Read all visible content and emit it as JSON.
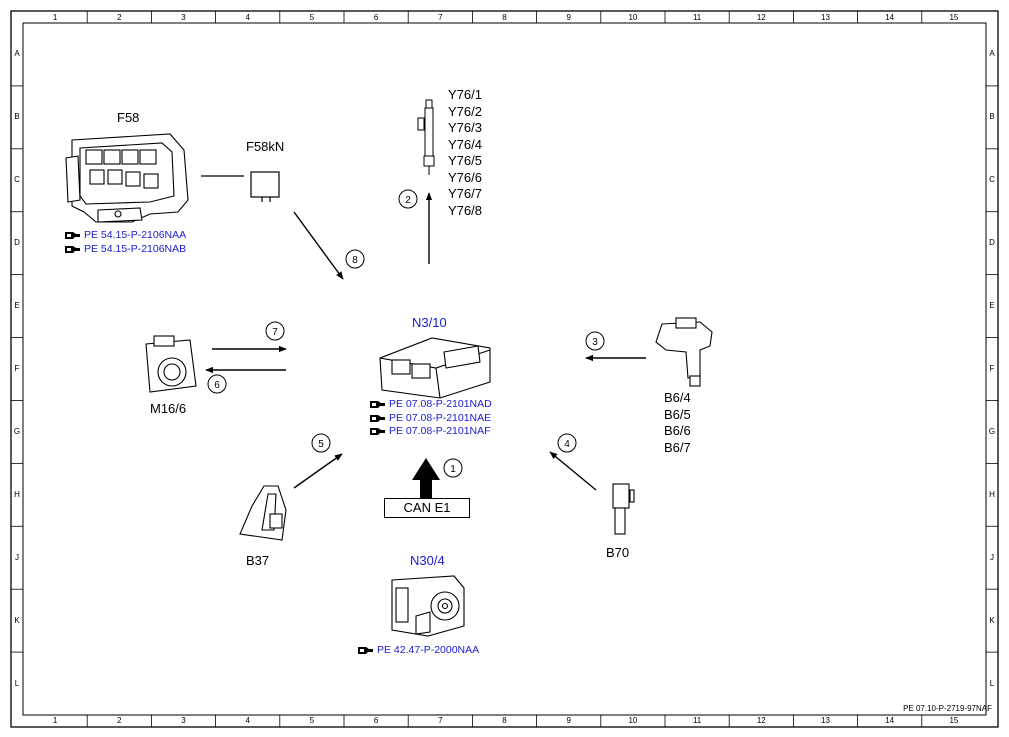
{
  "grid": {
    "columns": [
      "1",
      "2",
      "3",
      "4",
      "5",
      "6",
      "7",
      "8",
      "9",
      "10",
      "11",
      "12",
      "13",
      "14",
      "15"
    ],
    "rows": [
      "A",
      "B",
      "C",
      "D",
      "E",
      "F",
      "G",
      "H",
      "J",
      "K",
      "L"
    ]
  },
  "components": {
    "f58": {
      "label": "F58",
      "refs": [
        "PE 54.15-P-2106NAA",
        "PE 54.15-P-2106NAB"
      ]
    },
    "f58kn": {
      "label": "F58kN"
    },
    "y76": {
      "labels": [
        "Y76/1",
        "Y76/2",
        "Y76/3",
        "Y76/4",
        "Y76/5",
        "Y76/6",
        "Y76/7",
        "Y76/8"
      ]
    },
    "n3_10": {
      "label": "N3/10",
      "refs": [
        "PE 07.08-P-2101NAD",
        "PE 07.08-P-2101NAE",
        "PE 07.08-P-2101NAF"
      ]
    },
    "m16_6": {
      "label": "M16/6"
    },
    "b6": {
      "labels": [
        "B6/4",
        "B6/5",
        "B6/6",
        "B6/7"
      ]
    },
    "b37": {
      "label": "B37"
    },
    "b70": {
      "label": "B70"
    },
    "n30_4": {
      "label": "N30/4",
      "refs": [
        "PE 42.47-P-2000NAA"
      ]
    },
    "can": {
      "label": "CAN E1"
    }
  },
  "signals": [
    "1",
    "2",
    "3",
    "4",
    "5",
    "6",
    "7",
    "8"
  ],
  "footer": "PE 07.10-P-2719-97NAF"
}
